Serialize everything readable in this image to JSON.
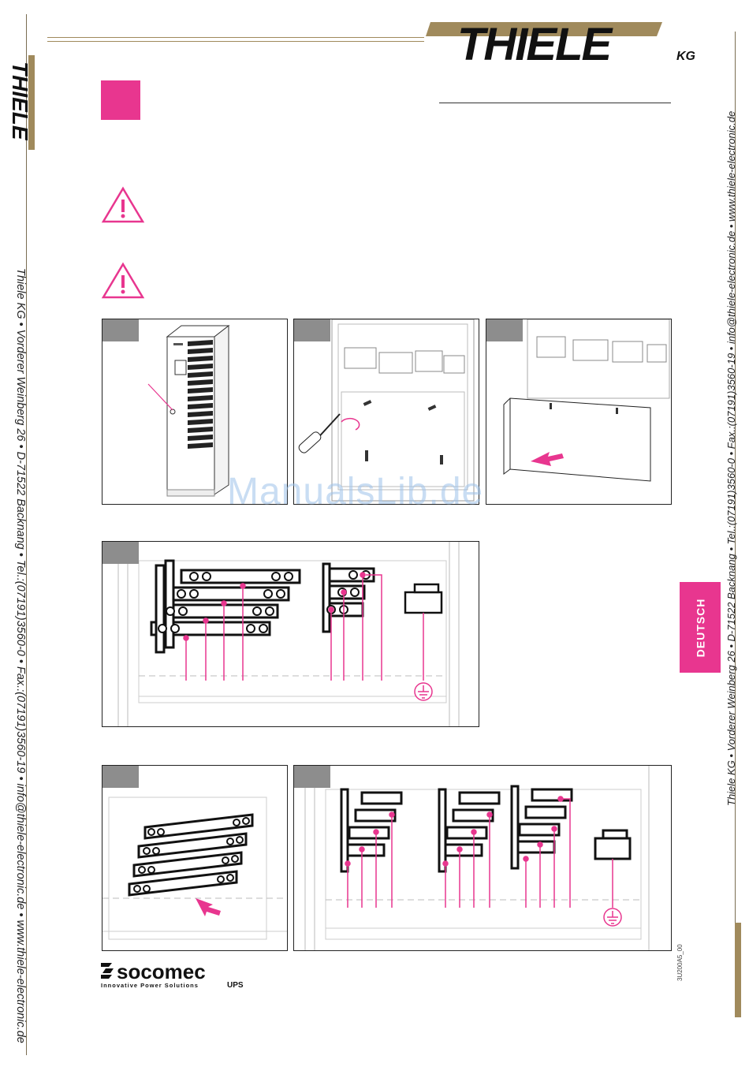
{
  "brand": {
    "logo_text": "THIELE",
    "logo_suffix": "KG",
    "contact_line": "Thiele KG • Vorderer Weinberg 26 • D-71522 Backnang • Tel.:(07191)3560-0 • Fax.:(07191)3560-19 • info@thiele-electronic.de • www.thiele-electronic.de"
  },
  "language_tab": "DEUTSCH",
  "watermark": "ManualsLib.de",
  "partner": {
    "name": "socomec",
    "tagline": "Innovative Power Solutions",
    "product": "UPS"
  },
  "doc_ref": "3U200A5_00",
  "colors": {
    "accent": "#e8368f",
    "gold": "#a08a5c",
    "tab_gray": "#8d8d8d",
    "line": "#222222"
  },
  "icons": [
    "warning-triangle-icon",
    "earth-ground-icon"
  ]
}
